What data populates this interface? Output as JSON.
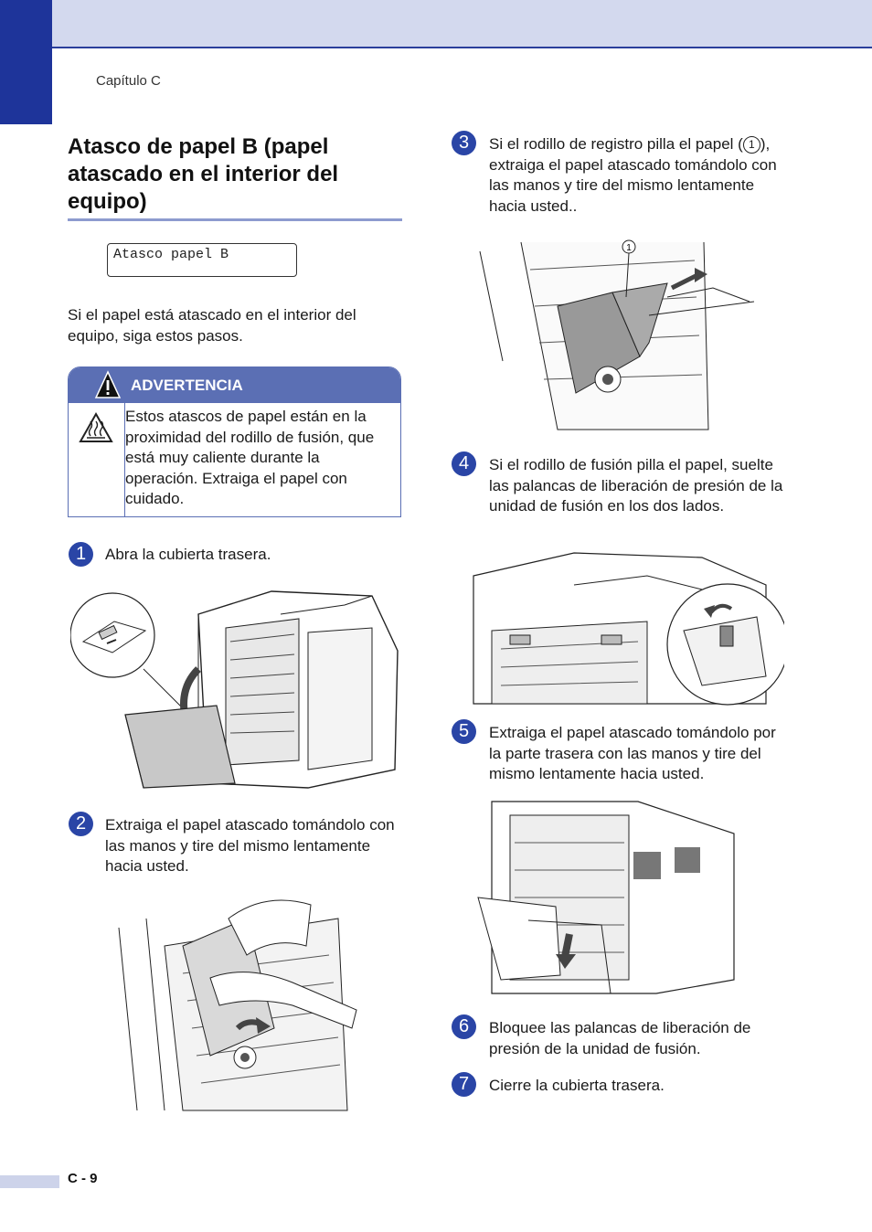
{
  "header": {
    "chapter": "Capítulo C"
  },
  "section": {
    "title": "Atasco de papel B (papel atascado en el interior del equipo)"
  },
  "lcd": {
    "message": "Atasco papel B"
  },
  "intro": "Si el papel está atascado en el interior del equipo, siga estos pasos.",
  "warning": {
    "label": "ADVERTENCIA",
    "text": "Estos atascos de papel están en la proximidad del rodillo de fusión, que está muy caliente durante la operación. Extraiga el papel con cuidado."
  },
  "steps": [
    {
      "num": "1",
      "text": "Abra la cubierta trasera."
    },
    {
      "num": "2",
      "text": "Extraiga el papel atascado tomándolo con las manos y tire del mismo lentamente hacia usted."
    },
    {
      "num": "3",
      "text_before": "Si el rodillo de registro pilla el papel (",
      "callout": "1",
      "text_after": "), extraiga el papel atascado tomándolo con las manos y tire del mismo lentamente hacia usted.."
    },
    {
      "num": "4",
      "text": "Si el rodillo de fusión pilla el papel, suelte las palancas de liberación de presión de la unidad de fusión en los dos lados."
    },
    {
      "num": "5",
      "text": "Extraiga el papel atascado tomándolo por la parte trasera con las manos y tire del mismo lentamente hacia usted."
    },
    {
      "num": "6",
      "text": "Bloquee las palancas de liberación de presión de la unidad de fusión."
    },
    {
      "num": "7",
      "text": "Cierre la cubierta trasera."
    }
  ],
  "figure3": {
    "callout": "1"
  },
  "footer": {
    "page": "C - 9"
  },
  "colors": {
    "header_band": "#d3d9ee",
    "side_tab": "#1e349a",
    "step_badge": "#2a45a6",
    "warning": "#5b6fb4"
  }
}
